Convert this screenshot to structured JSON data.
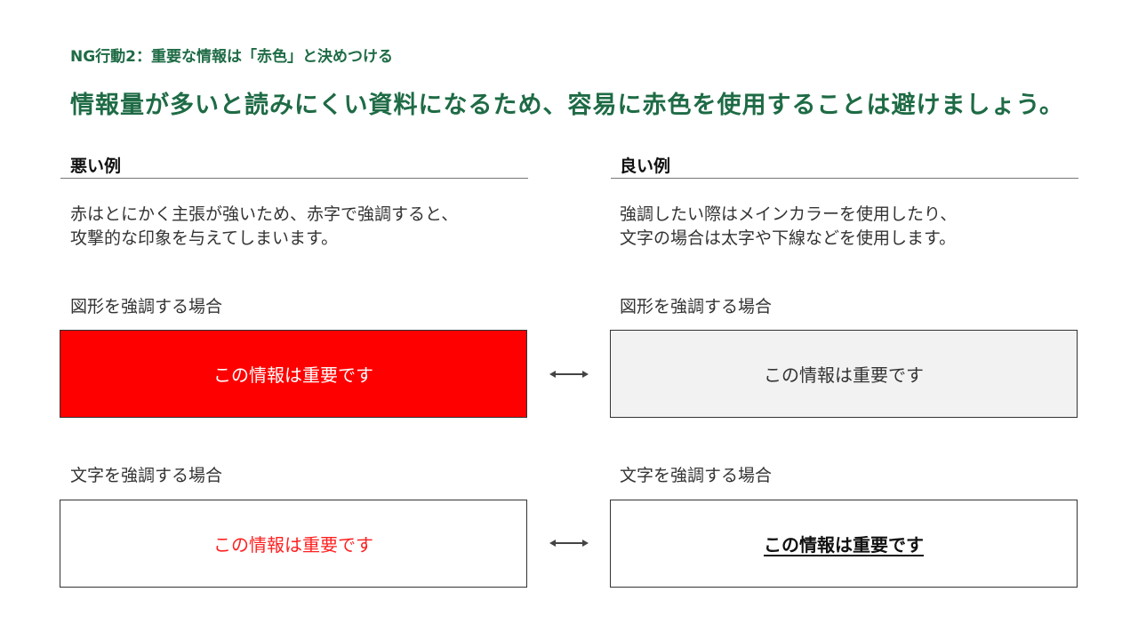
{
  "kicker": "NG行動2：重要な情報は「赤色」と決めつける",
  "headline": "情報量が多いと読みにくい資料になるため、容易に赤色を使用することは避けましょう。",
  "bad": {
    "heading": "悪い例",
    "desc_line1": "赤はとにかく主張が強いため、赤字で強調すると、",
    "desc_line2": "攻撃的な印象を与えてしまいます。",
    "shape_label": "図形を強調する場合",
    "shape_example": "この情報は重要です",
    "text_label": "文字を強調する場合",
    "text_example": "この情報は重要です"
  },
  "good": {
    "heading": "良い例",
    "desc_line1": "強調したい際はメインカラーを使用したり、",
    "desc_line2": "文字の場合は太字や下線などを使用します。",
    "shape_label": "図形を強調する場合",
    "shape_example": "この情報は重要です",
    "text_label": "文字を強調する場合",
    "text_example": "この情報は重要です"
  },
  "colors": {
    "accent": "#1e6b45",
    "red": "#ff0000",
    "gray_fill": "#f2f2f2"
  }
}
